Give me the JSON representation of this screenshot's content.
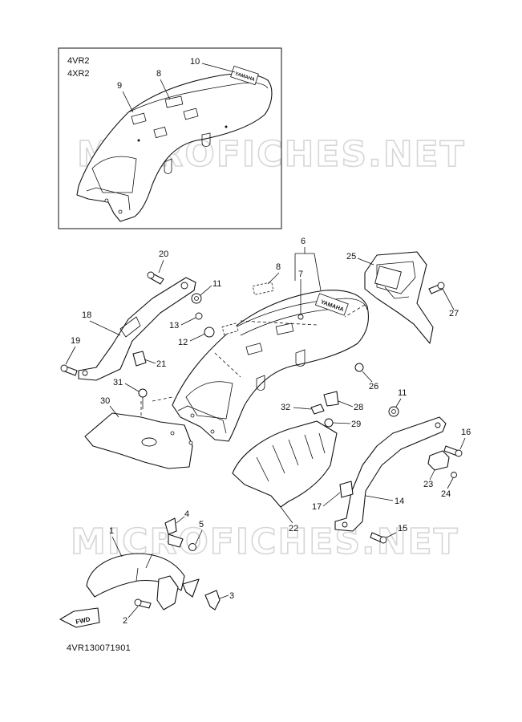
{
  "inset": {
    "models": [
      "4VR2",
      "4XR2"
    ]
  },
  "watermark": "MICROFICHES.NET",
  "brand_mark": "YAMAHA",
  "fwd_label": "FWD",
  "diagram_code": "4VR130071901",
  "callouts": [
    "1",
    "2",
    "3",
    "4",
    "5",
    "6",
    "7",
    "8",
    "9",
    "10",
    "11",
    "12",
    "13",
    "14",
    "15",
    "16",
    "17",
    "18",
    "19",
    "20",
    "21",
    "22",
    "23",
    "24",
    "25",
    "26",
    "27",
    "28",
    "29",
    "30",
    "31",
    "32"
  ]
}
